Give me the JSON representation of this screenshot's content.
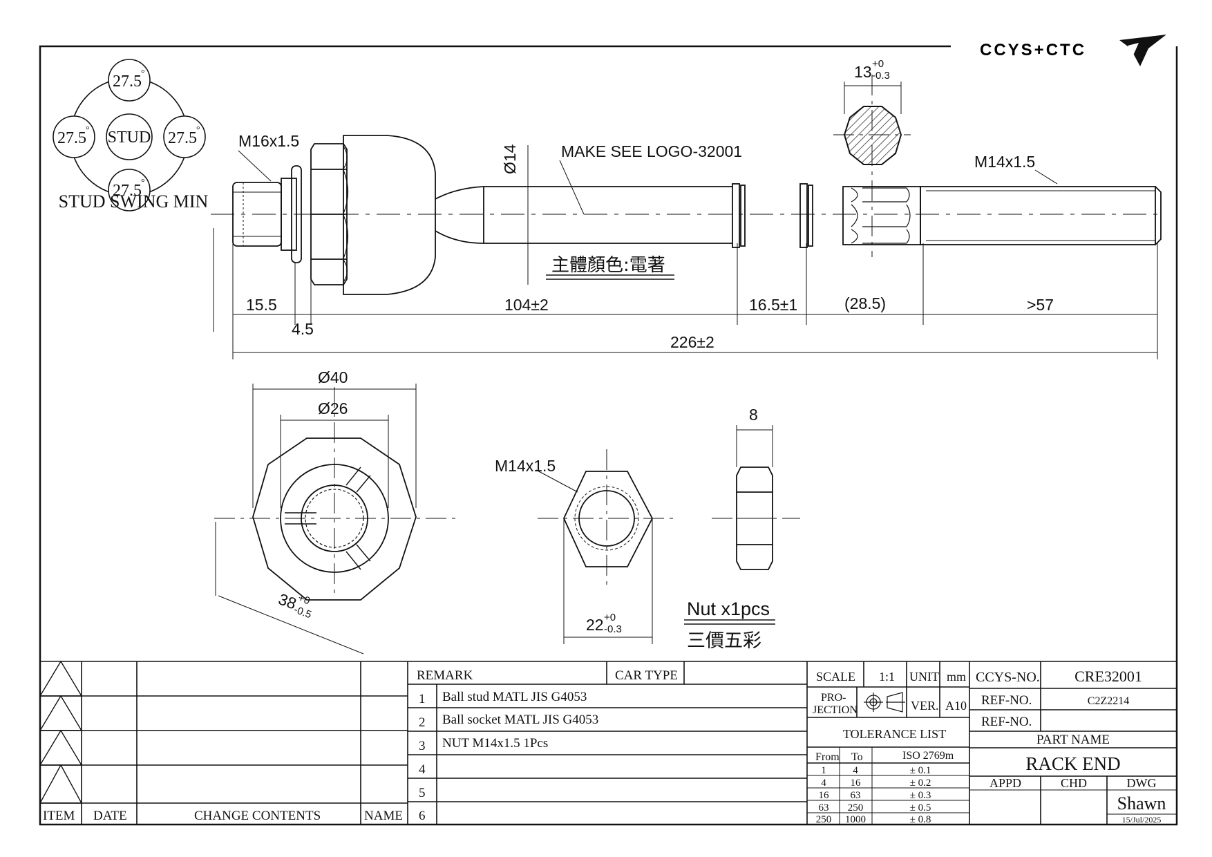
{
  "logo": {
    "text": "CCYS+CTC"
  },
  "swing_diagram": {
    "center": "STUD",
    "angle_top": "27.5",
    "angle_left": "27.5",
    "angle_right": "27.5",
    "angle_bottom": "27.5",
    "degree_mark": "°",
    "caption": "STUD SWING MIN"
  },
  "callouts": {
    "thread_stud": "M16x1.5",
    "diameter_shaft": "Ø14",
    "logo_note": "MAKE SEE LOGO-32001",
    "thread_end": "M14x1.5",
    "hex_flat_main": "13",
    "hex_flat_tol_upper": "+0",
    "hex_flat_tol_lower": "-0.3",
    "body_color": "主體顏色:電著"
  },
  "dimensions": {
    "d1": "15.5",
    "d2": "4.5",
    "d3": "104±2",
    "d4": "16.5±1",
    "d5": "(28.5)",
    "d6": ">57",
    "overall": "226±2"
  },
  "end_view": {
    "outer_dia": "Ø40",
    "inner_dia": "Ø26",
    "across_flats": "38",
    "af_tol_upper": "+0",
    "af_tol_lower": "-0.5"
  },
  "nut_view": {
    "thread": "M14x1.5",
    "flat": "22",
    "flat_tol_upper": "+0",
    "flat_tol_lower": "-0.3",
    "thickness": "8",
    "qty": "Nut x1pcs",
    "finish": "三價五彩"
  },
  "revision_table": {
    "headers": {
      "item": "ITEM",
      "date": "DATE",
      "change": "CHANGE CONTENTS",
      "name": "NAME"
    }
  },
  "remarks": {
    "header": "REMARK",
    "car_type_label": "CAR TYPE",
    "rows": [
      {
        "no": "1",
        "text": "Ball stud MATL JIS G4053"
      },
      {
        "no": "2",
        "text": "Ball socket MATL JIS G4053"
      },
      {
        "no": "3",
        "text": "NUT M14x1.5 1Pcs"
      },
      {
        "no": "4",
        "text": ""
      },
      {
        "no": "5",
        "text": ""
      },
      {
        "no": "6",
        "text": ""
      }
    ]
  },
  "title_block": {
    "scale_label": "SCALE",
    "scale_value": "1:1",
    "unit_label": "UNIT",
    "unit_value": "mm",
    "projection_label_1": "PRO-",
    "projection_label_2": "JECTION",
    "ver_label": "VER.",
    "ver_value": "A10",
    "tolerance_title": "TOLERANCE LIST",
    "tol_headers": [
      "From",
      "To",
      "ISO 2769m"
    ],
    "tol_rows": [
      [
        "1",
        "4",
        "± 0.1"
      ],
      [
        "4",
        "16",
        "± 0.2"
      ],
      [
        "16",
        "63",
        "± 0.3"
      ],
      [
        "63",
        "250",
        "± 0.5"
      ],
      [
        "250",
        "1000",
        "± 0.8"
      ]
    ],
    "ccys_no_label": "CCYS-NO.",
    "ccys_no_value": "CRE32001",
    "ref_no_label_1": "REF-NO.",
    "ref_no_value_1": "C2Z2214",
    "ref_no_label_2": "REF-NO.",
    "ref_no_value_2": "",
    "part_name_label": "PART NAME",
    "part_name_value": "RACK END",
    "appd_label": "APPD",
    "chd_label": "CHD",
    "dwg_label": "DWG",
    "drawn_by": "Shawn",
    "date": "15/Jul/2025"
  }
}
